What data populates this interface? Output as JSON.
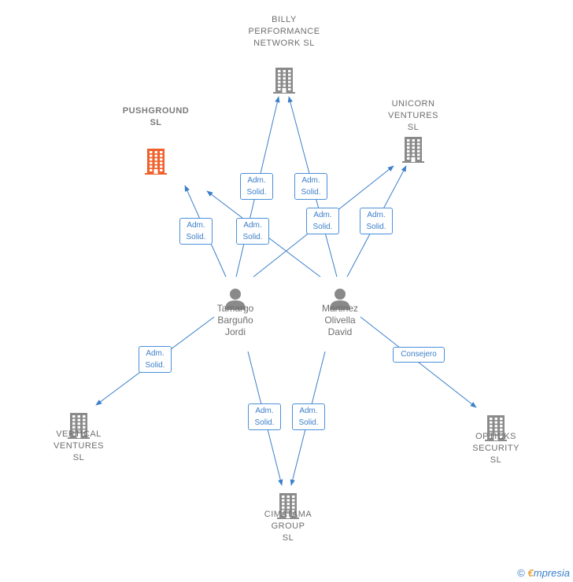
{
  "colors": {
    "edge": "#3c7fc9",
    "company": "#8a8a8a",
    "highlight": "#f0602a",
    "person": "#8a8a8a"
  },
  "companies": [
    {
      "id": "billy",
      "label": "BILLY\nPERFORMANCE\nNETWORK  SL",
      "highlight": false,
      "icon": "building-icon"
    },
    {
      "id": "pushground",
      "label": "PUSHGROUND\nSL",
      "highlight": true,
      "icon": "building-icon"
    },
    {
      "id": "unicorn",
      "label": "UNICORN\nVENTURES  SL",
      "highlight": false,
      "icon": "building-icon"
    },
    {
      "id": "vertical",
      "label": "VERTICAL\nVENTURES  SL",
      "highlight": false,
      "icon": "building-icon"
    },
    {
      "id": "opticks",
      "label": "OPTICKS\nSECURITY  SL",
      "highlight": false,
      "icon": "building-icon"
    },
    {
      "id": "cimatama",
      "label": "CIMATAMA\nGROUP  SL",
      "highlight": false,
      "icon": "building-icon"
    }
  ],
  "people": [
    {
      "id": "tamargo",
      "label": "Tamargo\nBarguño\nJordi",
      "icon": "person-icon"
    },
    {
      "id": "martinez",
      "label": "Martinez\nOlivella\nDavid",
      "icon": "person-icon"
    }
  ],
  "relations": [
    {
      "from": "tamargo",
      "to": "pushground",
      "label": "Adm.\nSolid."
    },
    {
      "from": "tamargo",
      "to": "billy",
      "label": "Adm.\nSolid."
    },
    {
      "from": "tamargo",
      "to": "unicorn",
      "label": "Adm.\nSolid."
    },
    {
      "from": "tamargo",
      "to": "vertical",
      "label": "Adm.\nSolid."
    },
    {
      "from": "tamargo",
      "to": "cimatama",
      "label": "Adm.\nSolid."
    },
    {
      "from": "martinez",
      "to": "pushground",
      "label": "Adm.\nSolid."
    },
    {
      "from": "martinez",
      "to": "billy",
      "label": "Adm.\nSolid."
    },
    {
      "from": "martinez",
      "to": "unicorn",
      "label": "Adm.\nSolid."
    },
    {
      "from": "martinez",
      "to": "cimatama",
      "label": "Adm.\nSolid."
    },
    {
      "from": "martinez",
      "to": "opticks",
      "label": "Consejero"
    }
  ],
  "footer": {
    "copyright": "©",
    "brand_first": "€",
    "brand_rest": "mpresia"
  }
}
